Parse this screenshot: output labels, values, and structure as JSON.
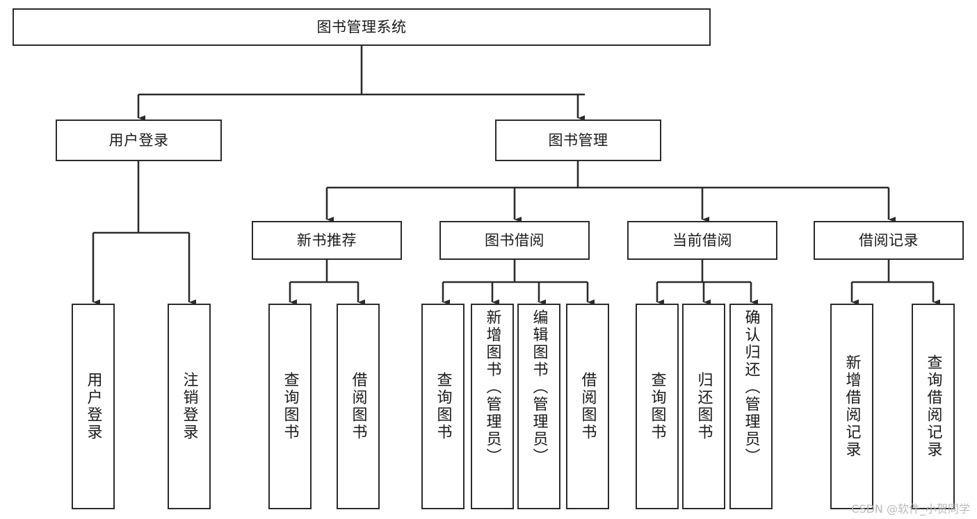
{
  "diagram": {
    "title": "图书管理系统",
    "type": "tree",
    "watermark": "CSDN @软件_小贺同学",
    "colors": {
      "box_border": "#2b2b2b",
      "box_fill": "#ffffff",
      "connector": "#2b2b2b",
      "canvas": "#ffffff",
      "watermark": "#b9b9b9"
    },
    "nodes": {
      "root": {
        "label": "图书管理系统",
        "level": 1
      },
      "user_login": {
        "label": "用户登录",
        "level": 2
      },
      "book_manage": {
        "label": "图书管理",
        "level": 2
      },
      "new_book_rec": {
        "label": "新书推荐",
        "level": 3
      },
      "book_borrow": {
        "label": "图书借阅",
        "level": 3
      },
      "current_borrow": {
        "label": "当前借阅",
        "level": 3
      },
      "borrow_record": {
        "label": "借阅记录",
        "level": 3
      },
      "leaf_user_login": {
        "label": "用户登录",
        "level": 4
      },
      "leaf_logout": {
        "label": "注销登录",
        "level": 4
      },
      "leaf_query_book_rec": {
        "label": "查询图书",
        "level": 4
      },
      "leaf_borrow_book_rec": {
        "label": "借阅图书",
        "level": 4
      },
      "leaf_query_book_bb": {
        "label": "查询图书",
        "level": 4
      },
      "leaf_add_book": {
        "label": "新增图书（管理员）",
        "level": 4
      },
      "leaf_edit_book": {
        "label": "编辑图书（管理员）",
        "level": 4
      },
      "leaf_borrow_book_bb": {
        "label": "借阅图书",
        "level": 4
      },
      "leaf_query_book_cb": {
        "label": "查询图书",
        "level": 4
      },
      "leaf_return_book": {
        "label": "归还图书",
        "level": 4
      },
      "leaf_confirm_return": {
        "label": "确认归还（管理员）",
        "level": 4
      },
      "leaf_add_record": {
        "label": "新增借阅记录",
        "level": 4
      },
      "leaf_query_record": {
        "label": "查询借阅记录",
        "level": 4
      }
    },
    "edges": [
      {
        "from": "root",
        "to": "user_login"
      },
      {
        "from": "root",
        "to": "book_manage"
      },
      {
        "from": "user_login",
        "to": "leaf_user_login"
      },
      {
        "from": "user_login",
        "to": "leaf_logout"
      },
      {
        "from": "book_manage",
        "to": "new_book_rec"
      },
      {
        "from": "book_manage",
        "to": "book_borrow"
      },
      {
        "from": "book_manage",
        "to": "current_borrow"
      },
      {
        "from": "book_manage",
        "to": "borrow_record"
      },
      {
        "from": "new_book_rec",
        "to": "leaf_query_book_rec"
      },
      {
        "from": "new_book_rec",
        "to": "leaf_borrow_book_rec"
      },
      {
        "from": "book_borrow",
        "to": "leaf_query_book_bb"
      },
      {
        "from": "book_borrow",
        "to": "leaf_add_book"
      },
      {
        "from": "book_borrow",
        "to": "leaf_edit_book"
      },
      {
        "from": "book_borrow",
        "to": "leaf_borrow_book_bb"
      },
      {
        "from": "current_borrow",
        "to": "leaf_query_book_cb"
      },
      {
        "from": "current_borrow",
        "to": "leaf_return_book"
      },
      {
        "from": "current_borrow",
        "to": "leaf_confirm_return"
      },
      {
        "from": "borrow_record",
        "to": "leaf_add_record"
      },
      {
        "from": "borrow_record",
        "to": "leaf_query_record"
      }
    ]
  }
}
